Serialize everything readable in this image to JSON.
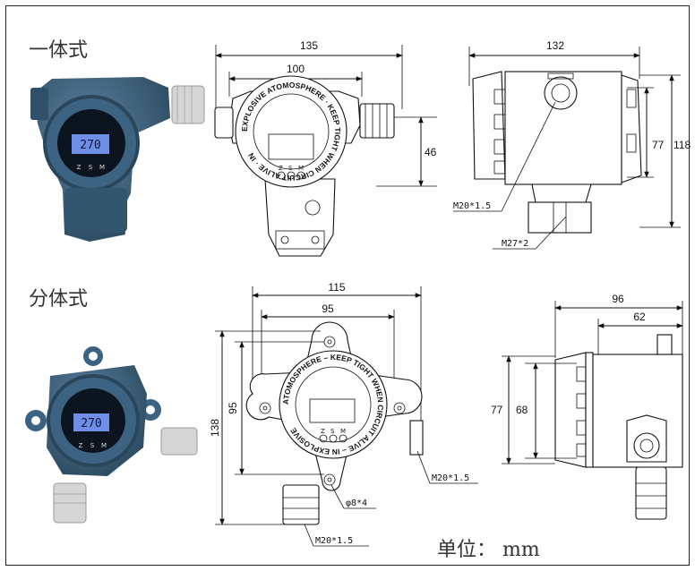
{
  "sections": {
    "integrated": "一体式",
    "split": "分体式"
  },
  "units": "单位： mm",
  "photo": {
    "display_value": "270",
    "keys": [
      "Z",
      "S",
      "M"
    ]
  },
  "integrated_front": {
    "width_outer": "135",
    "width_inner": "100",
    "height": "46",
    "label_s": "S",
    "label_z": "Z",
    "ring_text": "EXPLOSIVE ATOMOSPHERE · KEEP TIGHT WHEN CIRCUIT ALIVE · IN",
    "keys": [
      "Z",
      "S",
      "M"
    ]
  },
  "integrated_side": {
    "width": "132",
    "height_outer": "118",
    "height_inner": "77",
    "thread_top": "M20*1.5",
    "thread_bottom": "M27*2"
  },
  "split_front": {
    "width_outer": "115",
    "width_inner": "95",
    "height_outer": "138",
    "height_inner": "95",
    "thread_side": "M20*1.5",
    "thread_bottom": "M20*1.5",
    "holes": "φ8*4",
    "ring_text": "ATOMOSPHERE – KEEP TIGHT WHEN CIRCUIT ALIVE – IN EXPLOSIVE",
    "keys": [
      "Z",
      "S",
      "M"
    ]
  },
  "split_side": {
    "width_outer": "96",
    "width_inner": "62",
    "height_outer": "77",
    "height_inner": "68"
  },
  "colors": {
    "housing": "#3e6683",
    "housing_dark": "#2b4a60",
    "display": "#6f8fe6",
    "gland": "#d9d9d9"
  }
}
